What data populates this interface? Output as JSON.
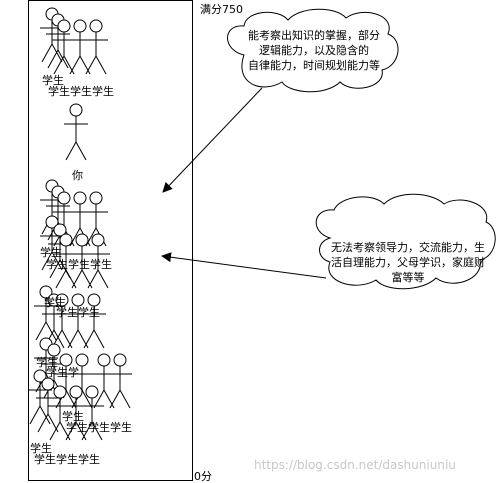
{
  "scale": {
    "top": "满分750",
    "bottom": "0分"
  },
  "you_label": "你",
  "student_labels": [
    "学生",
    "学生学生学生",
    "学生",
    "学生学生学生",
    "学生",
    "学生学生",
    "学生",
    "学生学",
    "学生",
    "学生学生学生",
    "学生",
    "学生学生学生"
  ],
  "cloud_top": {
    "lines": [
      "能考察出知识的掌握，部分",
      "逻辑能力，以及隐含的",
      "自律能力，时间规划能力等"
    ]
  },
  "cloud_bottom": {
    "lines": [
      "无法考察领导力，交流能力，生",
      "活自理能力，父母学识，家庭财",
      "富等等"
    ]
  },
  "watermark": "https://blog.csdn.net/dashuniuniu"
}
